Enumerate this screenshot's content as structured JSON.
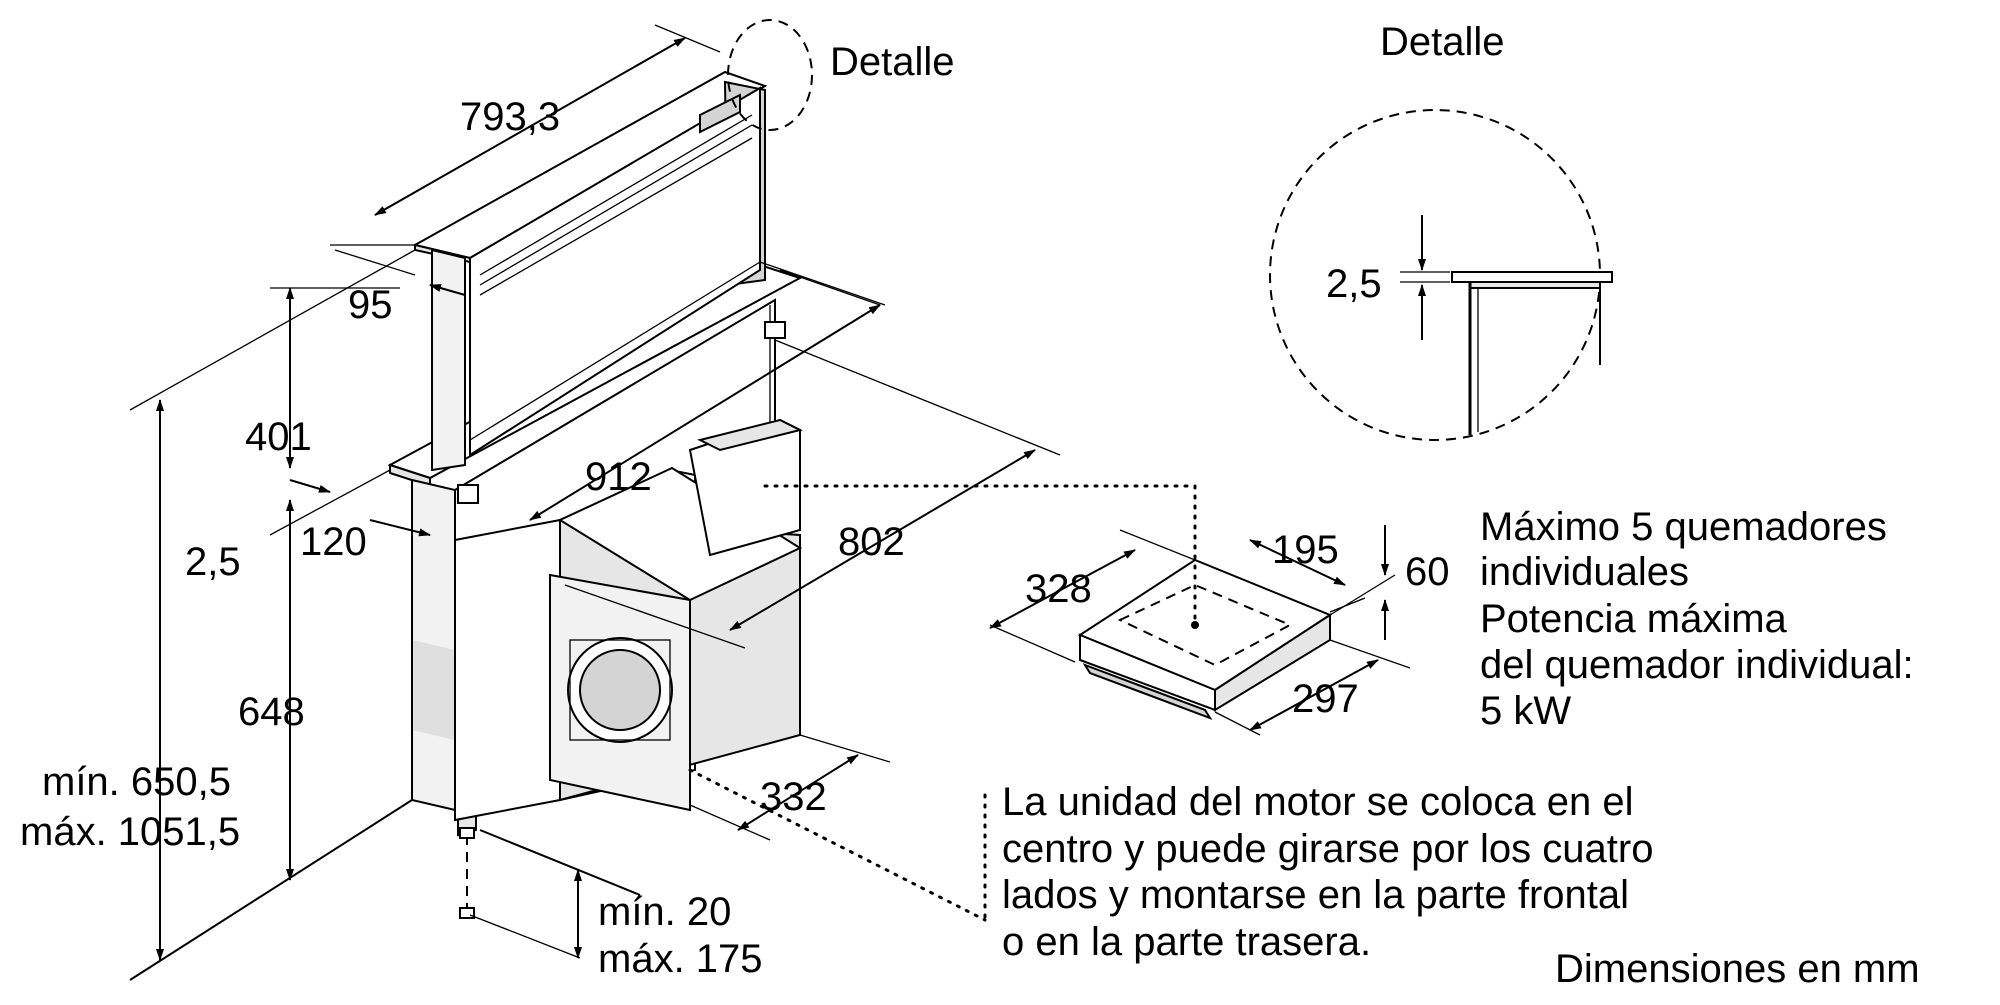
{
  "labels": {
    "detail_main": "Detalle",
    "detail_title": "Detalle",
    "d_793": "793,3",
    "d_95": "95",
    "d_401": "401",
    "d_912": "912",
    "d_2_5_main": "2,5",
    "d_120": "120",
    "d_802": "802",
    "d_648": "648",
    "d_min_650": "mín. 650,5",
    "d_max_1051": "máx. 1051,5",
    "d_332": "332",
    "d_min_20": "mín. 20",
    "d_max_175": "máx. 175",
    "d_2_5_detail": "2,5",
    "d_195": "195",
    "d_328": "328",
    "d_60": "60",
    "d_297": "297"
  },
  "notes": {
    "burners_line1": "Máximo 5 quemadores",
    "burners_line2": "individuales",
    "burners_line3": "Potencia máxima",
    "burners_line4": "del quemador individual:",
    "burners_line5": "5 kW",
    "motor_line1": "La unidad del motor se coloca en el",
    "motor_line2": "centro y puede girarse por los cuatro",
    "motor_line3": "lados y montarse en la parte frontal",
    "motor_line4": "o en la parte trasera."
  },
  "footer": {
    "units": "Dimensiones en mm"
  }
}
